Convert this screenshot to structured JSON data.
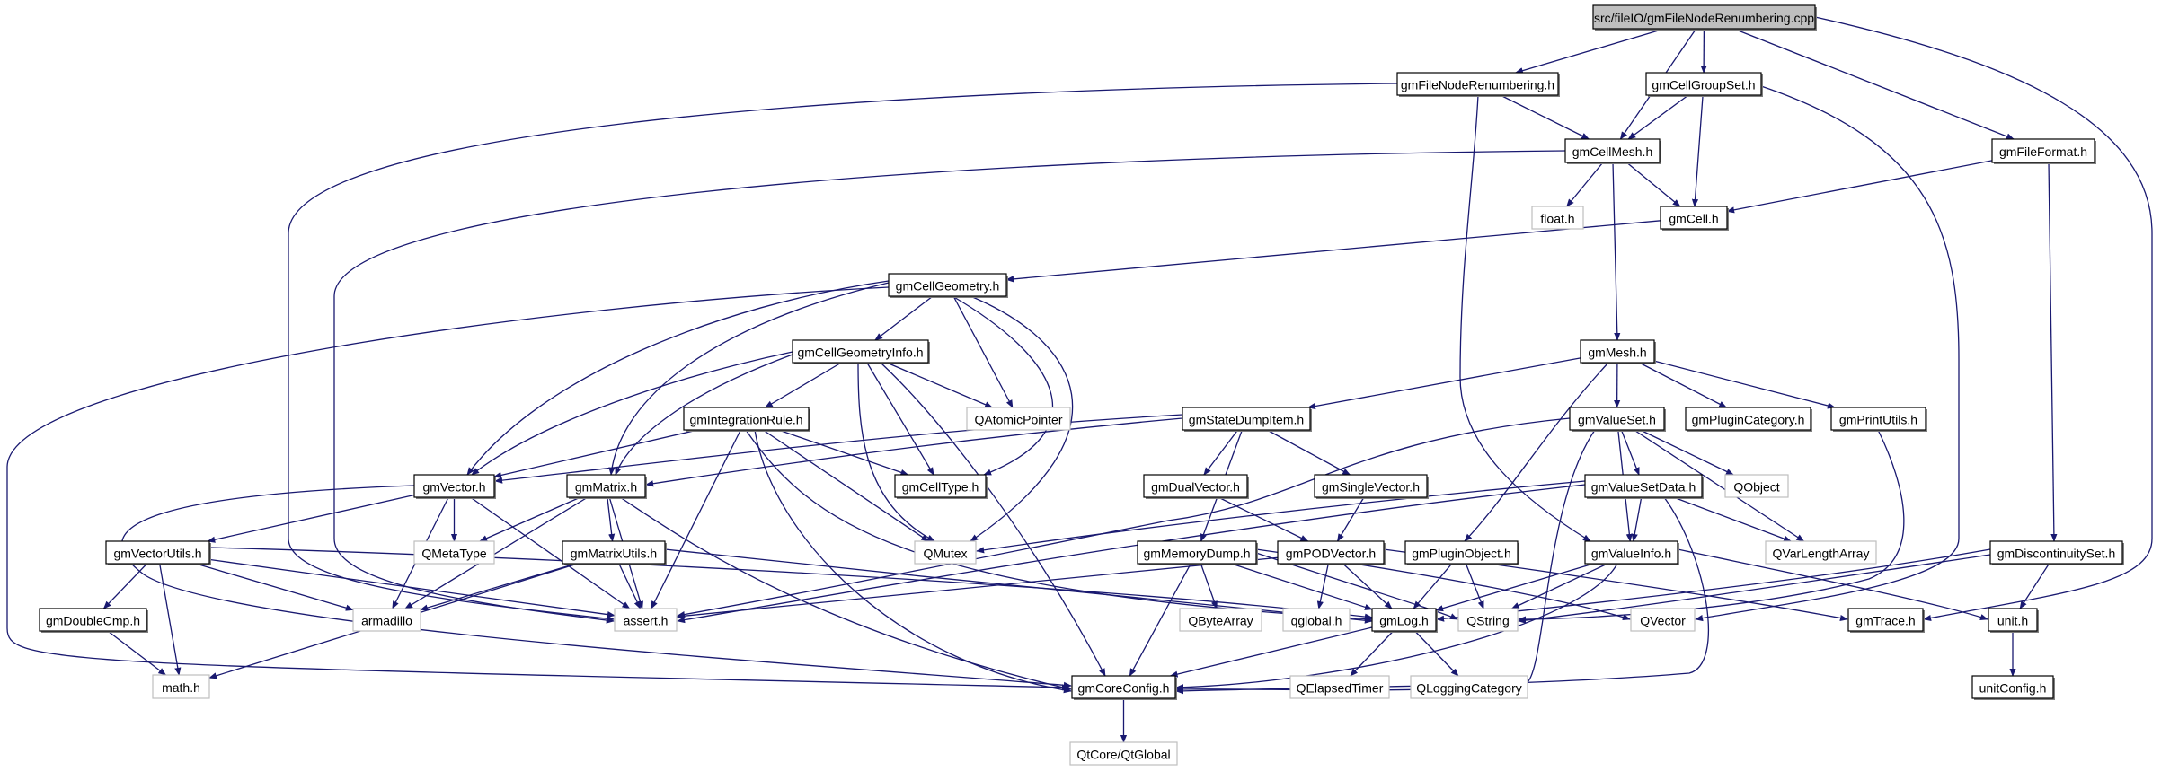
{
  "diagram": {
    "type": "include-dependency-graph",
    "colors": {
      "edge": "#191970",
      "node_border": "#000000",
      "node_shadow": "#7f7f7f",
      "external_border": "#bfbfbf",
      "root_fill": "#bfbfbf",
      "node_fill": "#ffffff"
    },
    "nodes": [
      {
        "id": "root",
        "label": "src/fileIO/gmFileNodeRenumbering.cpp",
        "kind": "root"
      },
      {
        "id": "fnr",
        "label": "gmFileNodeRenumbering.h",
        "kind": "internal"
      },
      {
        "id": "cgs",
        "label": "gmCellGroupSet.h",
        "kind": "internal"
      },
      {
        "id": "cmesh",
        "label": "gmCellMesh.h",
        "kind": "internal"
      },
      {
        "id": "ffmt",
        "label": "gmFileFormat.h",
        "kind": "internal"
      },
      {
        "id": "float",
        "label": "float.h",
        "kind": "external"
      },
      {
        "id": "cell",
        "label": "gmCell.h",
        "kind": "internal"
      },
      {
        "id": "cgeo",
        "label": "gmCellGeometry.h",
        "kind": "internal"
      },
      {
        "id": "cgi",
        "label": "gmCellGeometryInfo.h",
        "kind": "internal"
      },
      {
        "id": "qap",
        "label": "QAtomicPointer",
        "kind": "external"
      },
      {
        "id": "mesh",
        "label": "gmMesh.h",
        "kind": "internal"
      },
      {
        "id": "irule",
        "label": "gmIntegrationRule.h",
        "kind": "internal"
      },
      {
        "id": "sdi",
        "label": "gmStateDumpItem.h",
        "kind": "internal"
      },
      {
        "id": "vset",
        "label": "gmValueSet.h",
        "kind": "internal"
      },
      {
        "id": "pcat",
        "label": "gmPluginCategory.h",
        "kind": "internal"
      },
      {
        "id": "putil",
        "label": "gmPrintUtils.h",
        "kind": "internal"
      },
      {
        "id": "vec",
        "label": "gmVector.h",
        "kind": "internal"
      },
      {
        "id": "mat",
        "label": "gmMatrix.h",
        "kind": "internal"
      },
      {
        "id": "ctype",
        "label": "gmCellType.h",
        "kind": "internal"
      },
      {
        "id": "dvec",
        "label": "gmDualVector.h",
        "kind": "internal"
      },
      {
        "id": "svec",
        "label": "gmSingleVector.h",
        "kind": "internal"
      },
      {
        "id": "vsd",
        "label": "gmValueSetData.h",
        "kind": "internal"
      },
      {
        "id": "qobj",
        "label": "QObject",
        "kind": "external"
      },
      {
        "id": "vutil",
        "label": "gmVectorUtils.h",
        "kind": "internal"
      },
      {
        "id": "qmeta",
        "label": "QMetaType",
        "kind": "external"
      },
      {
        "id": "mutil",
        "label": "gmMatrixUtils.h",
        "kind": "internal"
      },
      {
        "id": "qmutex",
        "label": "QMutex",
        "kind": "external"
      },
      {
        "id": "mdump",
        "label": "gmMemoryDump.h",
        "kind": "internal"
      },
      {
        "id": "podv",
        "label": "gmPODVector.h",
        "kind": "internal"
      },
      {
        "id": "pobj",
        "label": "gmPluginObject.h",
        "kind": "internal"
      },
      {
        "id": "vinfo",
        "label": "gmValueInfo.h",
        "kind": "internal"
      },
      {
        "id": "qvla",
        "label": "QVarLengthArray",
        "kind": "external"
      },
      {
        "id": "dset",
        "label": "gmDiscontinuitySet.h",
        "kind": "internal"
      },
      {
        "id": "dcmp",
        "label": "gmDoubleCmp.h",
        "kind": "internal"
      },
      {
        "id": "arma",
        "label": "armadillo",
        "kind": "external"
      },
      {
        "id": "assert",
        "label": "assert.h",
        "kind": "external"
      },
      {
        "id": "qba",
        "label": "QByteArray",
        "kind": "external"
      },
      {
        "id": "qglobal",
        "label": "qglobal.h",
        "kind": "external"
      },
      {
        "id": "log",
        "label": "gmLog.h",
        "kind": "internal"
      },
      {
        "id": "qstring",
        "label": "QString",
        "kind": "external"
      },
      {
        "id": "qvector",
        "label": "QVector",
        "kind": "external"
      },
      {
        "id": "trace",
        "label": "gmTrace.h",
        "kind": "internal"
      },
      {
        "id": "unit",
        "label": "unit.h",
        "kind": "internal"
      },
      {
        "id": "math",
        "label": "math.h",
        "kind": "external"
      },
      {
        "id": "ccfg",
        "label": "gmCoreConfig.h",
        "kind": "internal"
      },
      {
        "id": "qet",
        "label": "QElapsedTimer",
        "kind": "external"
      },
      {
        "id": "qlc",
        "label": "QLoggingCategory",
        "kind": "external"
      },
      {
        "id": "ucfg",
        "label": "unitConfig.h",
        "kind": "internal"
      },
      {
        "id": "qtg",
        "label": "QtCore/QtGlobal",
        "kind": "external"
      }
    ],
    "edges": [
      [
        "root",
        "fnr"
      ],
      [
        "root",
        "cmesh"
      ],
      [
        "root",
        "cgs"
      ],
      [
        "root",
        "ffmt"
      ],
      [
        "root",
        "trace"
      ],
      [
        "fnr",
        "cmesh"
      ],
      [
        "fnr",
        "assert"
      ],
      [
        "fnr",
        "vinfo"
      ],
      [
        "cgs",
        "cmesh"
      ],
      [
        "cgs",
        "cell"
      ],
      [
        "cgs",
        "qvector"
      ],
      [
        "cmesh",
        "float"
      ],
      [
        "cmesh",
        "cell"
      ],
      [
        "cmesh",
        "mesh"
      ],
      [
        "cmesh",
        "assert"
      ],
      [
        "ffmt",
        "cell"
      ],
      [
        "ffmt",
        "dset"
      ],
      [
        "cell",
        "cgeo"
      ],
      [
        "cgeo",
        "cgi"
      ],
      [
        "cgeo",
        "qap"
      ],
      [
        "cgeo",
        "ctype"
      ],
      [
        "cgeo",
        "qmutex"
      ],
      [
        "cgeo",
        "vec"
      ],
      [
        "cgeo",
        "mat"
      ],
      [
        "cgeo",
        "ccfg"
      ],
      [
        "cgi",
        "irule"
      ],
      [
        "cgi",
        "vec"
      ],
      [
        "cgi",
        "mat"
      ],
      [
        "cgi",
        "ctype"
      ],
      [
        "cgi",
        "qmutex"
      ],
      [
        "cgi",
        "qap"
      ],
      [
        "cgi",
        "ccfg"
      ],
      [
        "irule",
        "vec"
      ],
      [
        "irule",
        "ctype"
      ],
      [
        "irule",
        "qmutex"
      ],
      [
        "irule",
        "assert"
      ],
      [
        "irule",
        "ccfg"
      ],
      [
        "irule",
        "log"
      ],
      [
        "mesh",
        "sdi"
      ],
      [
        "mesh",
        "vset"
      ],
      [
        "mesh",
        "pcat"
      ],
      [
        "mesh",
        "putil"
      ],
      [
        "mesh",
        "pobj"
      ],
      [
        "sdi",
        "vec"
      ],
      [
        "sdi",
        "mat"
      ],
      [
        "sdi",
        "dvec"
      ],
      [
        "sdi",
        "svec"
      ],
      [
        "sdi",
        "mdump"
      ],
      [
        "vset",
        "vsd"
      ],
      [
        "vset",
        "qobj"
      ],
      [
        "vset",
        "vinfo"
      ],
      [
        "vset",
        "qvla"
      ],
      [
        "vset",
        "assert"
      ],
      [
        "vset",
        "ccfg"
      ],
      [
        "putil",
        "qstring"
      ],
      [
        "vec",
        "qmeta"
      ],
      [
        "vec",
        "vutil"
      ],
      [
        "vec",
        "arma"
      ],
      [
        "vec",
        "assert"
      ],
      [
        "vec",
        "ccfg"
      ],
      [
        "mat",
        "qmeta"
      ],
      [
        "mat",
        "mutil"
      ],
      [
        "mat",
        "arma"
      ],
      [
        "mat",
        "assert"
      ],
      [
        "mat",
        "ccfg"
      ],
      [
        "vutil",
        "dcmp"
      ],
      [
        "vutil",
        "math"
      ],
      [
        "vutil",
        "arma"
      ],
      [
        "vutil",
        "assert"
      ],
      [
        "vutil",
        "log"
      ],
      [
        "mutil",
        "arma"
      ],
      [
        "mutil",
        "assert"
      ],
      [
        "mutil",
        "math"
      ],
      [
        "mutil",
        "log"
      ],
      [
        "dcmp",
        "math"
      ],
      [
        "dvec",
        "podv"
      ],
      [
        "svec",
        "podv"
      ],
      [
        "vsd",
        "qmutex"
      ],
      [
        "vsd",
        "assert"
      ],
      [
        "vsd",
        "vinfo"
      ],
      [
        "vsd",
        "qvla"
      ],
      [
        "vsd",
        "ccfg"
      ],
      [
        "mdump",
        "qba"
      ],
      [
        "mdump",
        "log"
      ],
      [
        "mdump",
        "ccfg"
      ],
      [
        "mdump",
        "qstring"
      ],
      [
        "mdump",
        "qvector"
      ],
      [
        "podv",
        "qglobal"
      ],
      [
        "podv",
        "log"
      ],
      [
        "podv",
        "assert"
      ],
      [
        "podv",
        "trace"
      ],
      [
        "pobj",
        "log"
      ],
      [
        "pobj",
        "qstring"
      ],
      [
        "vinfo",
        "log"
      ],
      [
        "vinfo",
        "qstring"
      ],
      [
        "vinfo",
        "ccfg"
      ],
      [
        "vinfo",
        "unit"
      ],
      [
        "dset",
        "unit"
      ],
      [
        "dset",
        "log"
      ],
      [
        "dset",
        "qstring"
      ],
      [
        "log",
        "ccfg"
      ],
      [
        "log",
        "qet"
      ],
      [
        "log",
        "qlc"
      ],
      [
        "ccfg",
        "qtg"
      ],
      [
        "unit",
        "ucfg"
      ]
    ]
  }
}
